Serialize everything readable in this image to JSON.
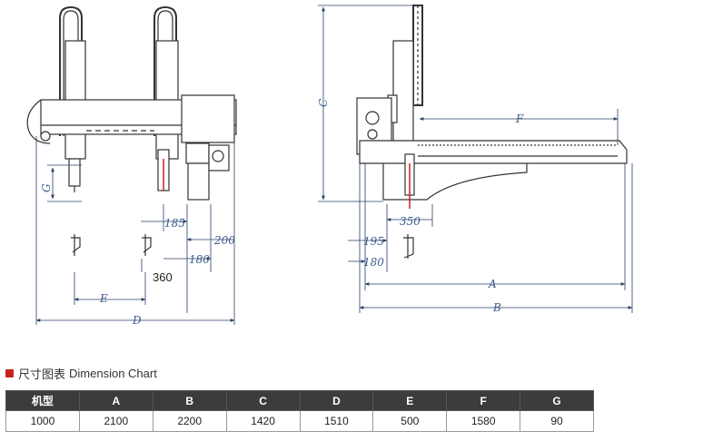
{
  "section": {
    "title_cn": "尺寸图表",
    "title_en": "Dimension Chart"
  },
  "table": {
    "headers": [
      "机型",
      "A",
      "B",
      "C",
      "D",
      "E",
      "F",
      "G"
    ],
    "rows": [
      [
        "1000",
        "2100",
        "2200",
        "1420",
        "1510",
        "500",
        "1580",
        "90"
      ]
    ]
  },
  "drawing": {
    "front_labels": {
      "g": "G",
      "d185": "185",
      "d200": "200",
      "d180": "180",
      "d360": "360",
      "e": "E",
      "d": "D"
    },
    "side_labels": {
      "c": "C",
      "f": "F",
      "d350": "350",
      "d195": "195",
      "d180": "180",
      "a": "A",
      "b": "B"
    }
  },
  "colors": {
    "accent": "#c8221c",
    "dimension": "#3a5a8c",
    "header_bg": "#3c3c3c"
  }
}
